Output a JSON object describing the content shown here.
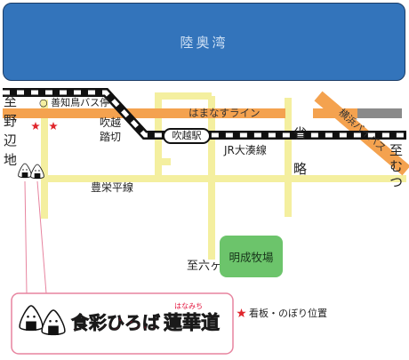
{
  "map": {
    "bay_label": "陸奥湾",
    "to_noheji": "至野辺地",
    "to_mutsu": "至むつ",
    "to_rokkasho": "至六ヶ所",
    "bus_stop": "○ 善知鳥バス停",
    "road_hamanasu": "はまなすライン",
    "road_bypass": "横浜バイパス",
    "crossing": "吹越踏切",
    "station": "吹越駅",
    "rail_line": "JR大湊線",
    "omitted": "省略",
    "road_houei": "豊栄平線",
    "ranch": "明成牧場",
    "sign_markers": [
      "star-icon",
      "star-icon"
    ]
  },
  "legend": {
    "icon": "star-icon",
    "label": "看板・のぼり位置"
  },
  "logo": {
    "name": "食彩ひろば",
    "name_kanji": "蓮華道",
    "ruby": "はなみち",
    "mascot_icon": "onigiri-icon"
  },
  "colors": {
    "bay": "#3374bb",
    "bay_text": "#cfe1f5",
    "road_orange": "#f4a24f",
    "road_gray": "#8a8a8a",
    "road_yellow": "#f4ef9f",
    "ranch": "#6cc46b",
    "star": "#e0262c",
    "logo_red": "#e3173f",
    "logo_border": "#e7849f"
  }
}
